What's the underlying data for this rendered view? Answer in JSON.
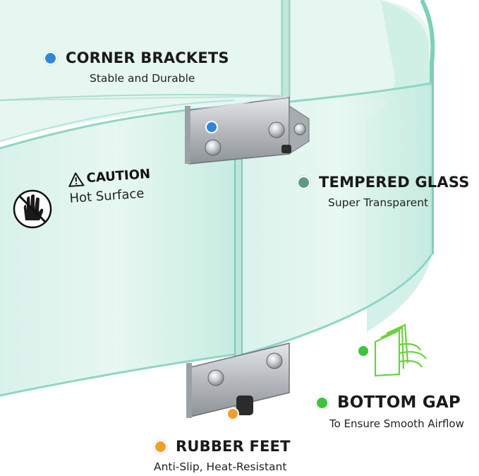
{
  "colors": {
    "corner_dot": "#2f86d8",
    "tempered_dot": "#5a9a86",
    "bottom_dot": "#3ec43c",
    "rubber_dot": "#f0a02a",
    "glass_fill": "#cfeee5",
    "glass_edge": "#7fd0bd",
    "airflow_icon": "#6ad23b"
  },
  "callouts": {
    "corner_brackets": {
      "title": "CORNER BRACKETS",
      "subtitle": "Stable and Durable"
    },
    "tempered_glass": {
      "title": "TEMPERED GLASS",
      "subtitle": "Super Transparent"
    },
    "bottom_gap": {
      "title": "BOTTOM GAP",
      "subtitle": "To Ensure Smooth Airflow"
    },
    "rubber_feet": {
      "title": "RUBBER FEET",
      "subtitle": "Anti-Slip, Heat-Resistant"
    }
  },
  "caution": {
    "title": "CAUTION",
    "subtitle": "Hot Surface",
    "icon": "no-touch-hand-icon"
  },
  "icons": [
    "warning-triangle-icon",
    "airflow-icon",
    "metal-bracket",
    "rubber-foot"
  ]
}
